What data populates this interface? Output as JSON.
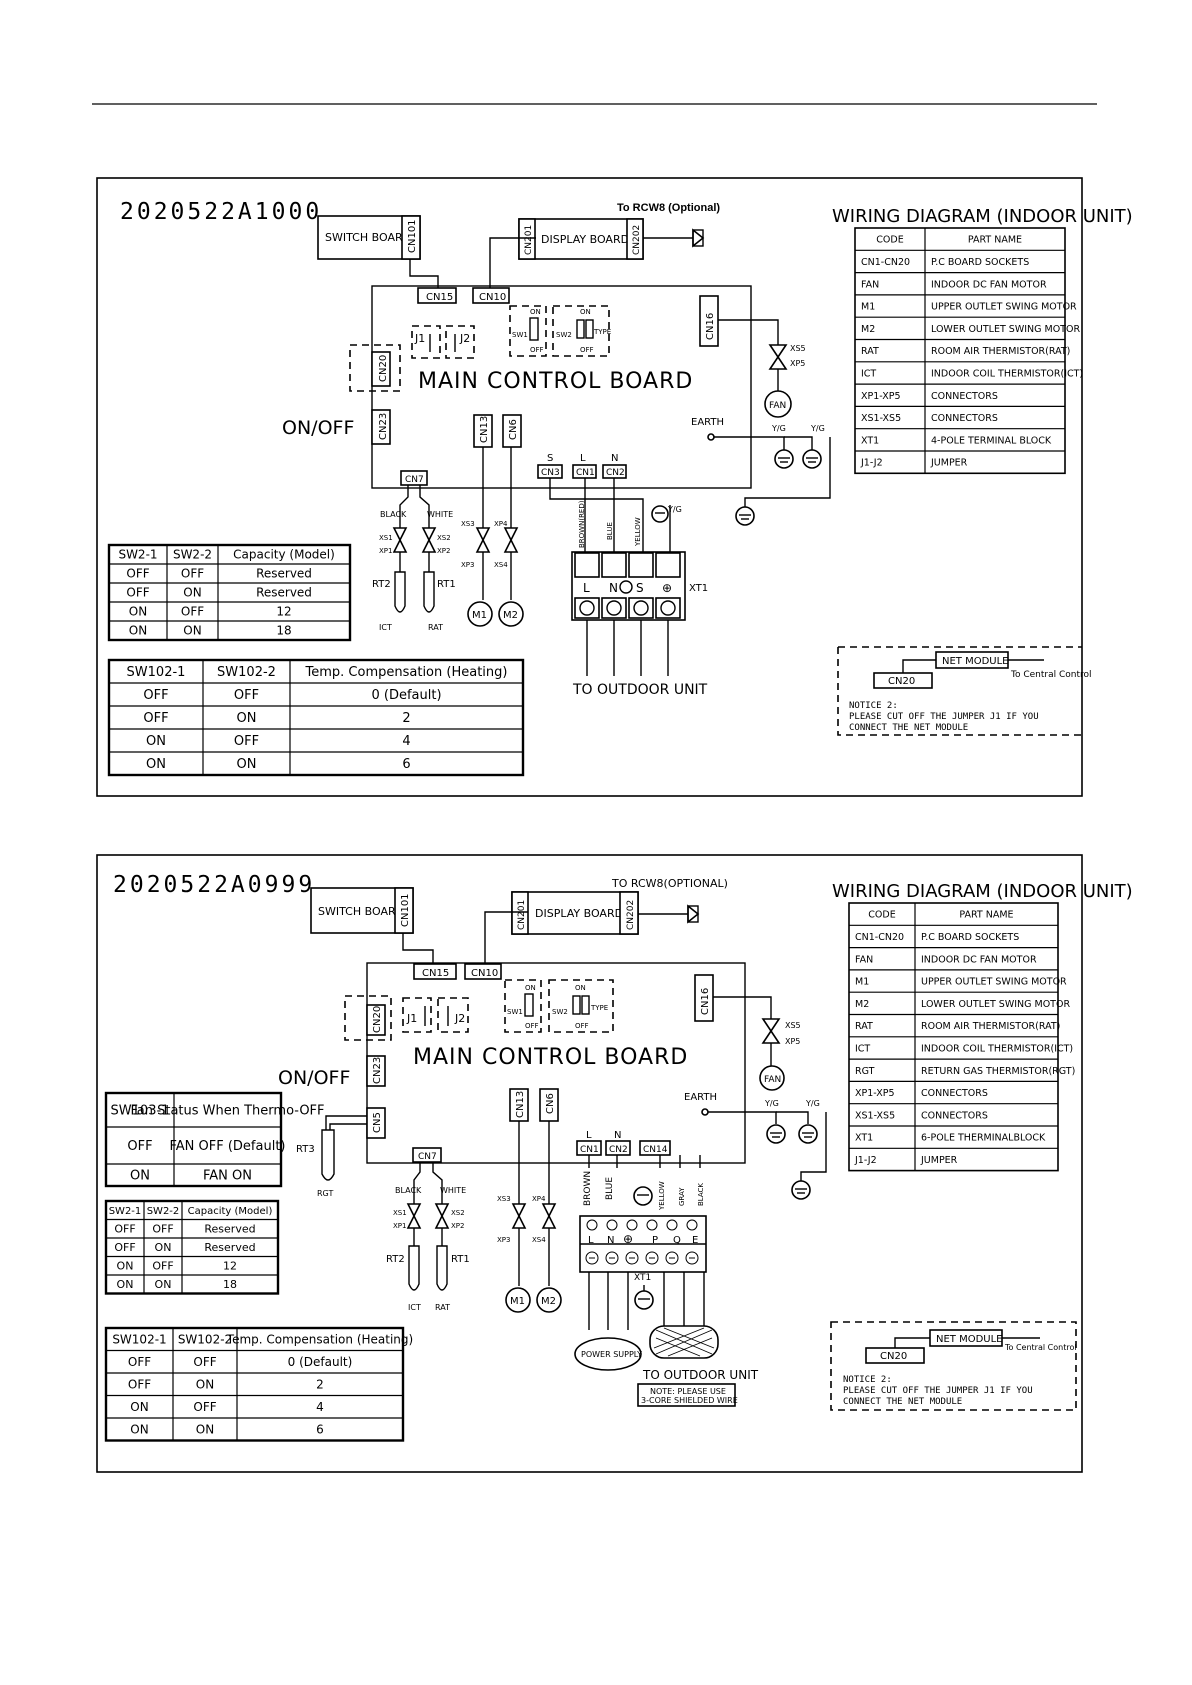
{
  "diagrams": [
    {
      "drawing_number": "2020522A1000",
      "title": "WIRING DIAGRAM (INDOOR UNIT)",
      "rcw_label": "To RCW8 (Optional)",
      "switch_board": "SWITCH BOARD",
      "display_board": "DISPLAY BOARD",
      "main_board": "MAIN CONTROL BOARD",
      "on_off": "ON/OFF",
      "earth": "EARTH",
      "to_outdoor": "TO OUTDOOR UNIT",
      "terminal_xt1": "XT1",
      "legend_header": [
        "CODE",
        "PART NAME"
      ],
      "legend_rows": [
        [
          "CN1-CN20",
          "P.C BOARD SOCKETS"
        ],
        [
          "FAN",
          "INDOOR DC FAN MOTOR"
        ],
        [
          "M1",
          "UPPER OUTLET SWING MOTOR"
        ],
        [
          "M2",
          "LOWER OUTLET SWING MOTOR"
        ],
        [
          "RAT",
          "ROOM AIR THERMISTOR(RAT)"
        ],
        [
          "ICT",
          "INDOOR COIL THERMISTOR(ICT)"
        ],
        [
          "XP1-XP5",
          "CONNECTORS"
        ],
        [
          "XS1-XS5",
          "CONNECTORS"
        ],
        [
          "XT1",
          "4-POLE TERMINAL BLOCK"
        ],
        [
          "J1-J2",
          "JUMPER"
        ]
      ],
      "capacity_table": {
        "header": [
          "SW2-1",
          "SW2-2",
          "Capacity (Model)"
        ],
        "rows": [
          [
            "OFF",
            "OFF",
            "Reserved"
          ],
          [
            "OFF",
            "ON",
            "Reserved"
          ],
          [
            "ON",
            "OFF",
            "12"
          ],
          [
            "ON",
            "ON",
            "18"
          ]
        ]
      },
      "temp_table": {
        "header": [
          "SW102-1",
          "SW102-2",
          "Temp. Compensation (Heating)"
        ],
        "rows": [
          [
            "OFF",
            "OFF",
            "0 (Default)"
          ],
          [
            "OFF",
            "ON",
            "2"
          ],
          [
            "ON",
            "OFF",
            "4"
          ],
          [
            "ON",
            "ON",
            "6"
          ]
        ]
      },
      "net_module": {
        "label": "NET MODULE",
        "to_central": "To Central Control",
        "cn": "CN20",
        "notice_title": "NOTICE 2:",
        "notice_line1": "PLEASE CUT OFF THE JUMPER J1 IF YOU",
        "notice_line2": "CONNECT THE NET MODULE"
      },
      "wire_colors": [
        "BROWN(RED)",
        "BLUE",
        "YELLOW"
      ],
      "terminal_labels": [
        "L",
        "N",
        "S",
        "⊕"
      ]
    },
    {
      "drawing_number": "2020522A0999",
      "title": "WIRING DIAGRAM (INDOOR UNIT)",
      "rcw_label": "TO RCW8(OPTIONAL)",
      "switch_board": "SWITCH BOARD",
      "display_board": "DISPLAY BOARD",
      "main_board": "MAIN CONTROL BOARD",
      "on_off": "ON/OFF",
      "earth": "EARTH",
      "to_outdoor": "TO OUTDOOR UNIT",
      "power_supply": "POWER SUPPLY",
      "shield_note_1": "NOTE: PLEASE USE",
      "shield_note_2": "3-CORE SHIELDED WIRE",
      "terminal_xt1": "XT1",
      "legend_header": [
        "CODE",
        "PART NAME"
      ],
      "legend_rows": [
        [
          "CN1-CN20",
          "P.C BOARD SOCKETS"
        ],
        [
          "FAN",
          "INDOOR DC FAN MOTOR"
        ],
        [
          "M1",
          "UPPER OUTLET SWING MOTOR"
        ],
        [
          "M2",
          "LOWER OUTLET SWING MOTOR"
        ],
        [
          "RAT",
          "ROOM AIR THERMISTOR(RAT)"
        ],
        [
          "ICT",
          "INDOOR COIL THERMISTOR(ICT)"
        ],
        [
          "RGT",
          "RETURN GAS THERMISTOR(RGT)"
        ],
        [
          "XP1-XP5",
          "CONNECTORS"
        ],
        [
          "XS1-XS5",
          "CONNECTORS"
        ],
        [
          "XT1",
          "6-POLE THERMINALBLOCK"
        ],
        [
          "J1-J2",
          "JUMPER"
        ]
      ],
      "fan_table": {
        "header": [
          "SW103-1",
          "Fan Status When Thermo-OFF"
        ],
        "rows": [
          [
            "OFF",
            "FAN OFF (Default)"
          ],
          [
            "ON",
            "FAN ON"
          ]
        ]
      },
      "capacity_table": {
        "header": [
          "SW2-1",
          "SW2-2",
          "Capacity (Model)"
        ],
        "rows": [
          [
            "OFF",
            "OFF",
            "Reserved"
          ],
          [
            "OFF",
            "ON",
            "Reserved"
          ],
          [
            "ON",
            "OFF",
            "12"
          ],
          [
            "ON",
            "ON",
            "18"
          ]
        ]
      },
      "temp_table": {
        "header": [
          "SW102-1",
          "SW102-2",
          "Temp. Compensation (Heating)"
        ],
        "rows": [
          [
            "OFF",
            "OFF",
            "0 (Default)"
          ],
          [
            "OFF",
            "ON",
            "2"
          ],
          [
            "ON",
            "OFF",
            "4"
          ],
          [
            "ON",
            "ON",
            "6"
          ]
        ]
      },
      "net_module": {
        "label": "NET MODULE",
        "to_central": "To Central Control",
        "cn": "CN20",
        "notice_title": "NOTICE 2:",
        "notice_line1": "PLEASE CUT OFF THE JUMPER J1 IF YOU",
        "notice_line2": "CONNECT THE NET MODULE"
      },
      "wire_colors": [
        "BROWN",
        "BLUE",
        "YELLOW",
        "GRAY",
        "BLACK"
      ],
      "terminal_labels": [
        "L",
        "N",
        "⊕",
        "P",
        "Q",
        "E"
      ]
    }
  ],
  "connectors": {
    "cn101": "CN101",
    "cn201": "CN201",
    "cn202": "CN202",
    "cn15": "CN15",
    "cn10": "CN10",
    "cn16": "CN16",
    "cn20": "CN20",
    "cn23": "CN23",
    "cn13": "CN13",
    "cn6": "CN6",
    "cn7": "CN7",
    "cn3": "CN3",
    "cn1": "CN1",
    "cn2": "CN2",
    "cn5": "CN5",
    "cn14": "CN14",
    "j1": "J1",
    "j2": "J2",
    "sw1": "SW1",
    "sw2": "SW2",
    "type": "TYPE",
    "on": "ON",
    "off": "OFF",
    "xs5": "XS5",
    "xp5": "XP5",
    "fan": "FAN",
    "yg": "Y/G",
    "black": "BLACK",
    "white": "WHITE",
    "xs1": "XS1",
    "xp1": "XP1",
    "xs2": "XS2",
    "xp2": "XP2",
    "xs3": "XS3",
    "xp3": "XP3",
    "xp4": "XP4",
    "xs4": "XS4",
    "rt1": "RT1",
    "rt2": "RT2",
    "rt3": "RT3",
    "ict": "ICT",
    "rat": "RAT",
    "rgt": "RGT",
    "m1": "M1",
    "m2": "M2",
    "s": "S",
    "l": "L",
    "n": "N"
  }
}
